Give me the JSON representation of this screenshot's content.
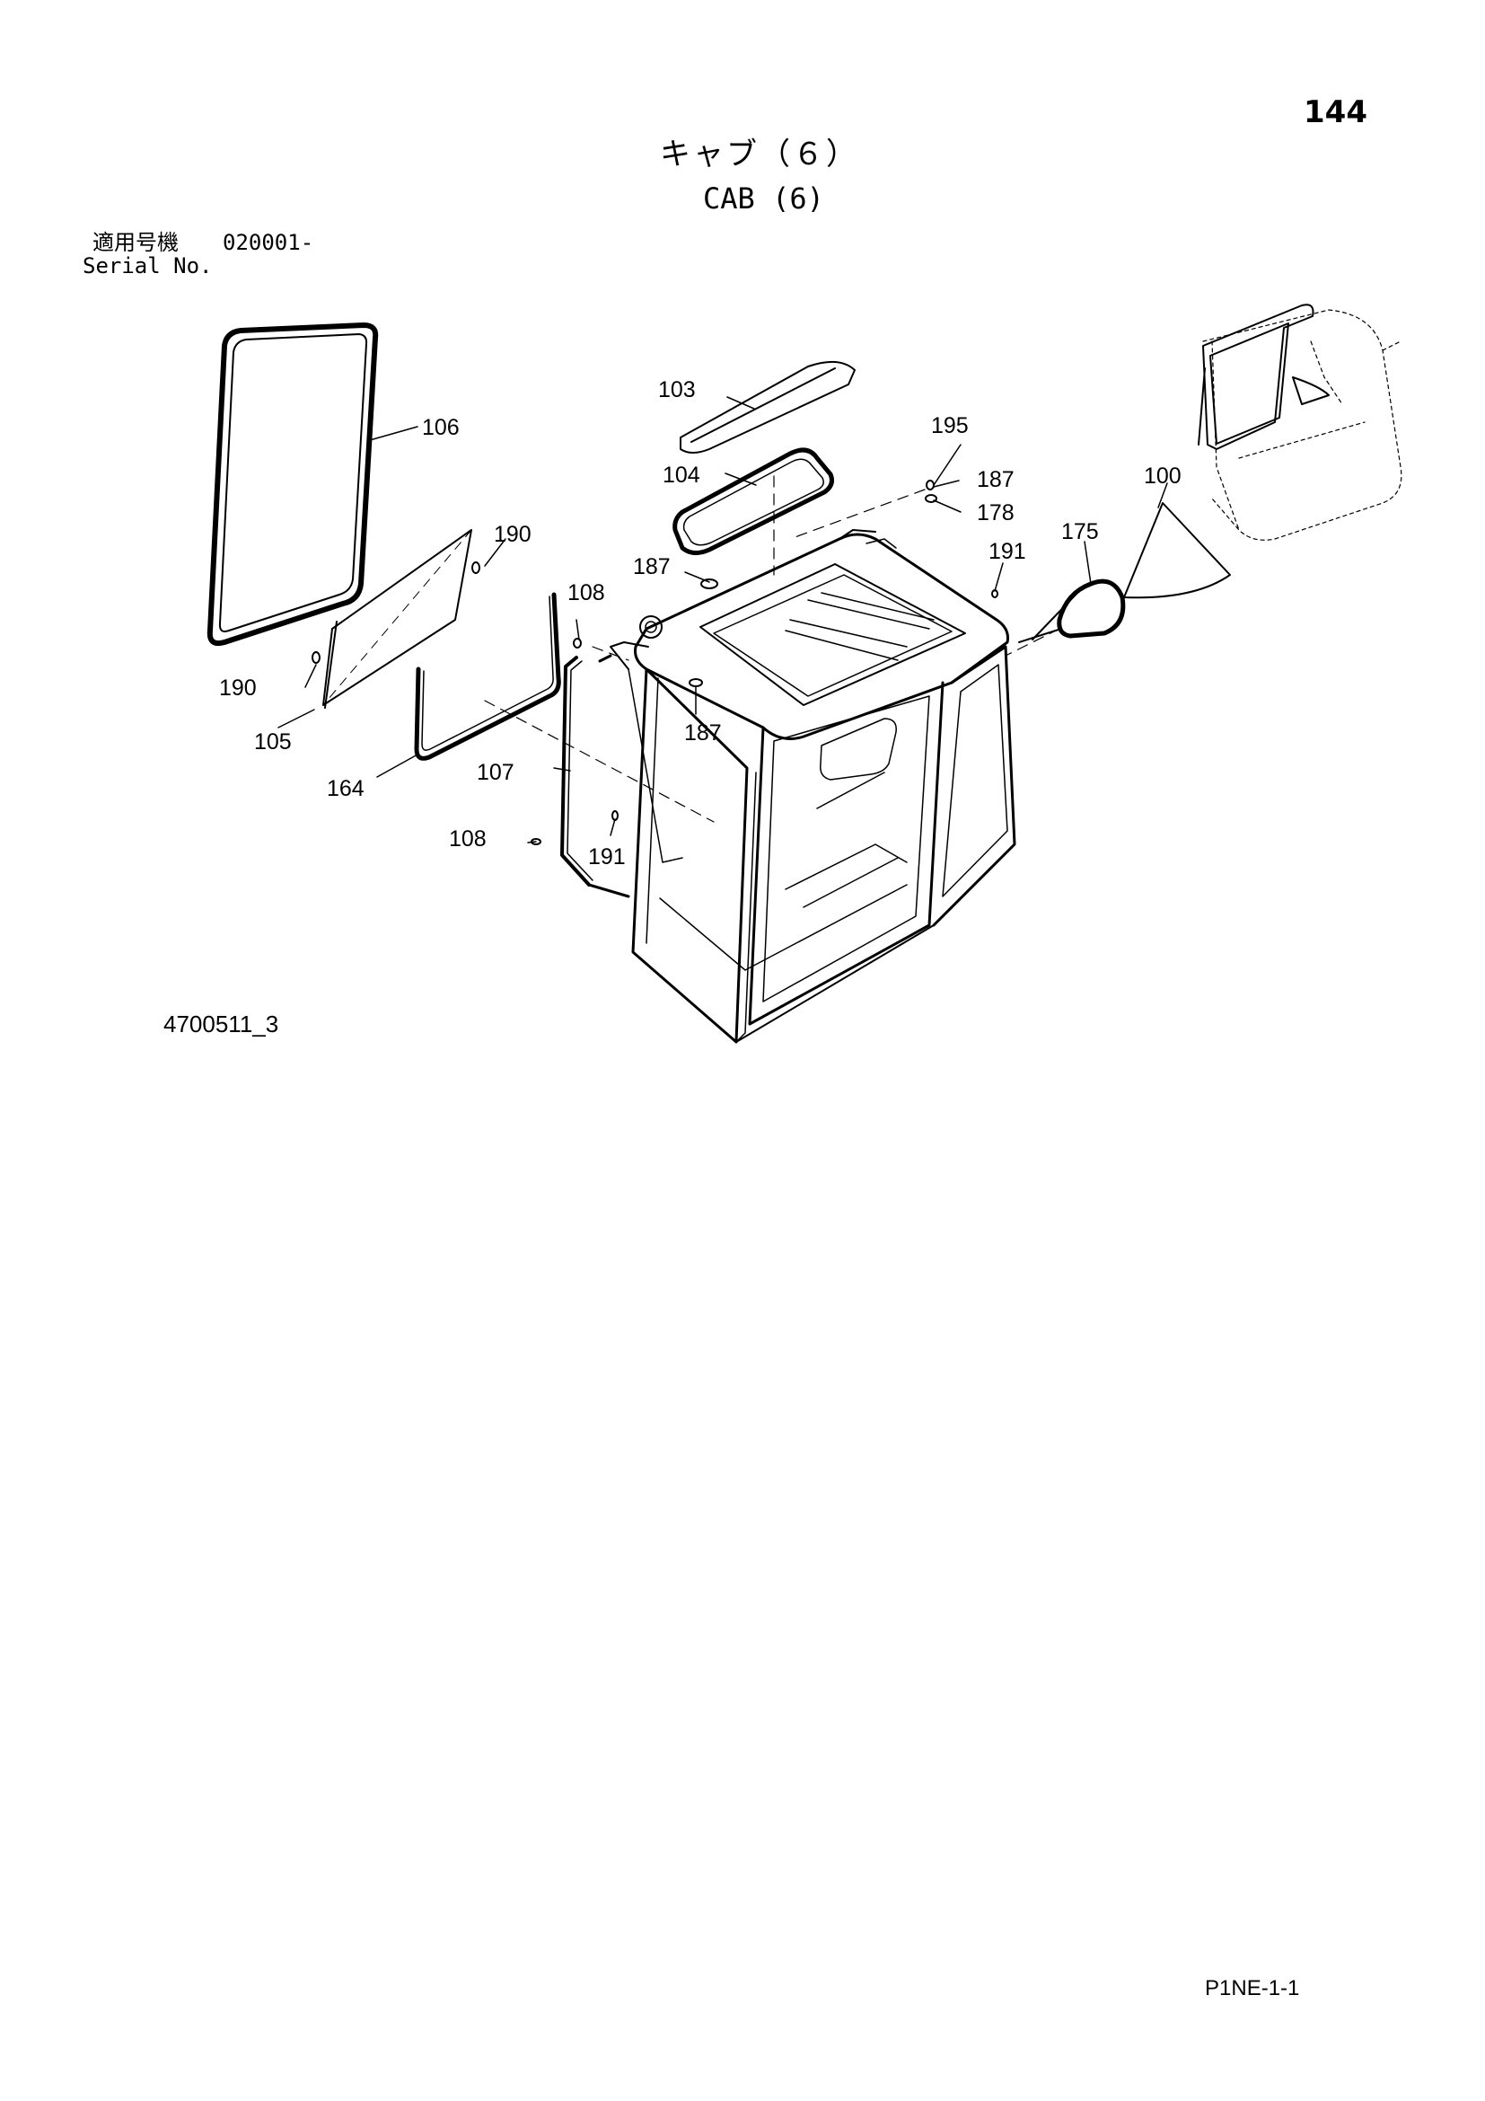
{
  "page_number": "144",
  "title": {
    "japanese": "キャブ（６）",
    "english": "CAB (6)"
  },
  "serial": {
    "label_jp": "適用号機",
    "value": "020001-",
    "label_en": "Serial No."
  },
  "drawing_number": "4700511_3",
  "sheet_code": "P1NE-1-1",
  "callouts": {
    "c100": "100",
    "c103": "103",
    "c104": "104",
    "c105": "105",
    "c106": "106",
    "c107": "107",
    "c108a": "108",
    "c108b": "108",
    "c164": "164",
    "c175": "175",
    "c178": "178",
    "c187a": "187",
    "c187b": "187",
    "c187c": "187",
    "c190a": "190",
    "c190b": "190",
    "c191a": "191",
    "c191b": "191",
    "c195": "195"
  }
}
